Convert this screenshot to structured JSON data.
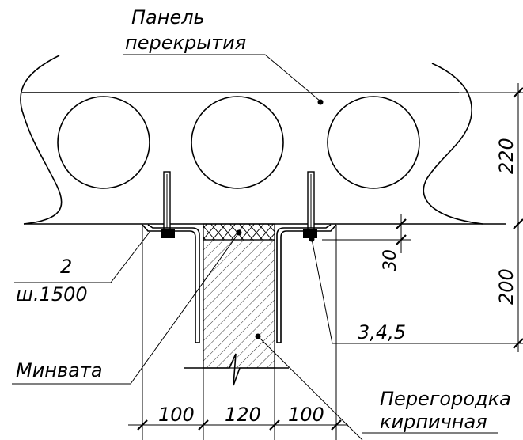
{
  "labels": {
    "panel_line1": "Панель",
    "panel_line2": "перекрытия",
    "bracket_num": "2",
    "bracket_step": "ш.1500",
    "wool": "Минвата",
    "partition_line1": "Перегородка",
    "partition_line2": "кирпичная",
    "fasteners": "3,4,5"
  },
  "dimensions": {
    "width_left": "100",
    "width_mid": "120",
    "width_right": "100",
    "height_panel": "220",
    "height_partition": "200",
    "gap": "30"
  }
}
